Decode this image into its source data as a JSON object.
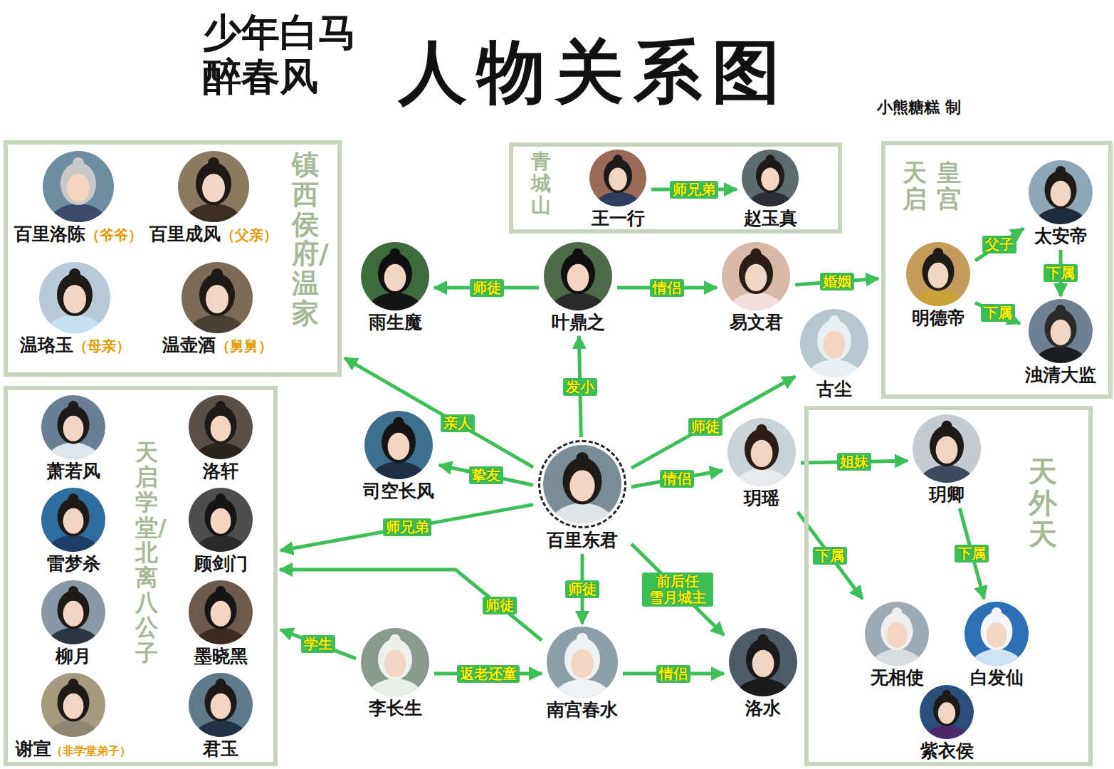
{
  "diagram": {
    "title": "人物关系图",
    "nodes": [
      {
        "text": [
          "镇西侯府/温家"
        ]
      },
      {
        "text": [
          "百里洛陈",
          "（爷爷）"
        ],
        "in": 0
      },
      {
        "text": [
          "百里成风",
          "（父亲）"
        ],
        "in": 0
      },
      {
        "text": [
          "温珞玉",
          "（母亲）"
        ],
        "in": 0
      },
      {
        "text": [
          "温壶酒",
          "（舅舅）"
        ],
        "in": 0
      },
      {
        "text": [
          "青城山"
        ]
      },
      {
        "text": [
          "王一行"
        ],
        "in": 5
      },
      {
        "text": [
          "赵玉真"
        ],
        "in": 5
      },
      {
        "text": [
          "天启",
          "皇宫"
        ]
      },
      {
        "text": [
          "太安帝"
        ],
        "in": 8
      },
      {
        "text": [
          "明德帝"
        ],
        "in": 8
      },
      {
        "text": [
          "浊清大监"
        ],
        "in": 8
      },
      {
        "text": [
          "雨生魔"
        ]
      },
      {
        "text": [
          "叶鼎之"
        ]
      },
      {
        "text": [
          "易文君"
        ]
      },
      {
        "text": [
          "古尘"
        ]
      },
      {
        "text": [
          "天启学堂/北离八公子"
        ]
      },
      {
        "text": [
          "萧若风"
        ],
        "in": 16
      },
      {
        "text": [
          "洛轩"
        ],
        "in": 16
      },
      {
        "text": [
          "雷梦杀"
        ],
        "in": 16
      },
      {
        "text": [
          "顾剑门"
        ],
        "in": 16
      },
      {
        "text": [
          "柳月"
        ],
        "in": 16
      },
      {
        "text": [
          "墨晓黑"
        ],
        "in": 16
      },
      {
        "text": [
          "谢宣",
          "（非学堂弟子）"
        ],
        "in": 16
      },
      {
        "text": [
          "君玉"
        ],
        "in": 16
      },
      {
        "text": [
          "司空长风"
        ]
      },
      {
        "text": [
          "百里东君"
        ]
      },
      {
        "text": [
          "玥瑶"
        ]
      },
      {
        "text": [
          "天外天"
        ]
      },
      {
        "text": [
          "玥卿"
        ],
        "in": 28
      },
      {
        "text": [
          "无相使"
        ],
        "in": 28
      },
      {
        "text": [
          "白发仙"
        ],
        "in": 28
      },
      {
        "text": [
          "紫衣侯"
        ],
        "in": 28
      },
      {
        "text": [
          "李长生"
        ]
      },
      {
        "text": [
          "南宫春水"
        ]
      },
      {
        "text": [
          "洛水"
        ]
      }
    ],
    "edges": [
      {
        "from": 6,
        "to": 7,
        "label": "师兄弟",
        "arrow": "to"
      },
      {
        "from": 13,
        "to": 12,
        "label": "师徒",
        "arrow": "to"
      },
      {
        "from": 13,
        "to": 14,
        "label": "情侣",
        "arrow": "to"
      },
      {
        "from": 14,
        "to": 8,
        "label": "婚姻",
        "arrow": "to"
      },
      {
        "from": 10,
        "to": 9,
        "label": "父子",
        "arrow": "to"
      },
      {
        "from": 9,
        "to": 11,
        "label": "下属",
        "arrow": "to"
      },
      {
        "from": 10,
        "to": 11,
        "label": "下属",
        "arrow": "to"
      },
      {
        "from": 26,
        "to": 0,
        "label": "亲人",
        "arrow": "to"
      },
      {
        "from": 26,
        "to": 13,
        "label": "发小",
        "arrow": "to"
      },
      {
        "from": 26,
        "to": 15,
        "label": "师徒",
        "arrow": "to"
      },
      {
        "from": 26,
        "to": 25,
        "label": "挚友",
        "arrow": "to"
      },
      {
        "from": 26,
        "to": 27,
        "label": "情侣",
        "arrow": "to"
      },
      {
        "from": 27,
        "to": 29,
        "label": "姐妹",
        "arrow": "to"
      },
      {
        "from": 27,
        "to": 30,
        "label": "下属",
        "arrow": "to"
      },
      {
        "from": 29,
        "to": 31,
        "label": "下属",
        "arrow": "to"
      },
      {
        "from": 26,
        "to": 16,
        "label": "师兄弟",
        "arrow": "to"
      },
      {
        "from": 34,
        "to": 16,
        "label": "师徒",
        "arrow": "to"
      },
      {
        "from": 33,
        "to": 16,
        "label": "学生",
        "arrow": "to"
      },
      {
        "from": 33,
        "to": 34,
        "label": "返老还童",
        "arrow": "to"
      },
      {
        "from": 26,
        "to": 34,
        "label": "师徒",
        "arrow": "to"
      },
      {
        "from": 34,
        "to": 35,
        "label": "情侣",
        "arrow": "to"
      },
      {
        "from": 26,
        "to": 35,
        "label": "前后任 雪月城主",
        "arrow": "to"
      }
    ],
    "labels": [
      "少年白马醉春风",
      "小熊糖糕 制"
    ]
  }
}
